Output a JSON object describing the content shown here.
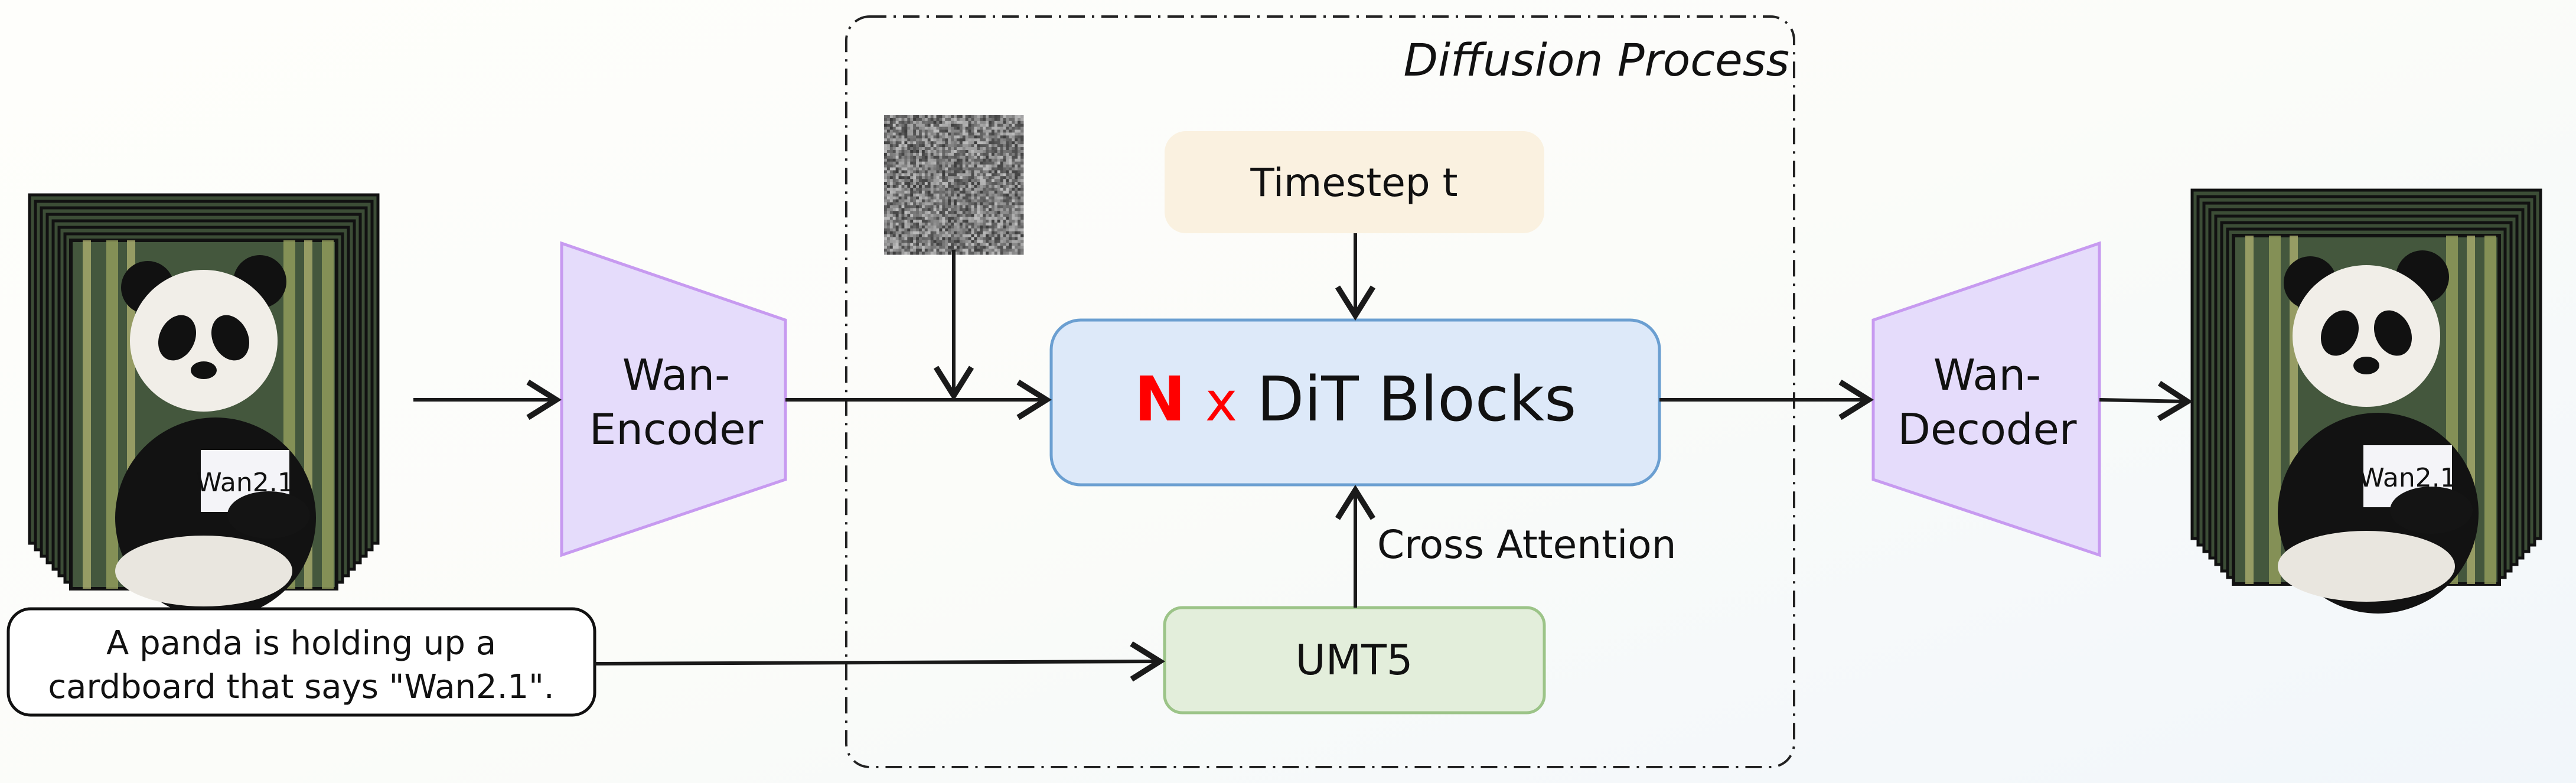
{
  "diffusion_process": {
    "label": "Diffusion Process"
  },
  "encoder": {
    "line1": "Wan-",
    "line2": "Encoder",
    "fill": "#e5dcfb",
    "stroke": "#c79af0"
  },
  "decoder": {
    "line1": "Wan-",
    "line2": "Decoder",
    "fill": "#e5dcfb",
    "stroke": "#c79af0"
  },
  "timestep": {
    "label": "Timestep t",
    "fill": "#faf1e0"
  },
  "dit": {
    "n": "N",
    "x": "x",
    "label": "DiT Blocks",
    "fill": "#dde9f9",
    "stroke": "#6b9fd1",
    "accent": "#ff0000"
  },
  "umt5": {
    "label": "UMT5",
    "fill": "#e3eedb",
    "stroke": "#9cc488"
  },
  "cross_attention": {
    "label": "Cross Attention"
  },
  "prompt": {
    "line1": "A panda is holding up a",
    "line2": "cardboard that says \"Wan2.1\"."
  },
  "input_video": {
    "sign_text": "Wan2.1"
  },
  "output_video": {
    "sign_text": "Wan2.1"
  },
  "noise": {
    "icon": "gaussian-noise-image"
  }
}
